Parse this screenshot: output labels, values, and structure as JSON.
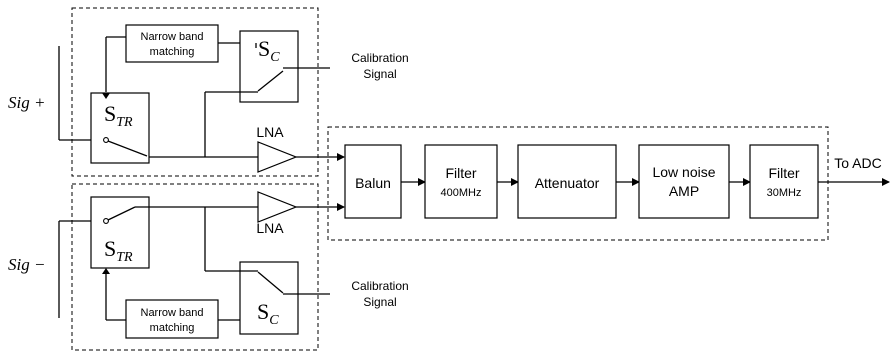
{
  "inputs": {
    "top": {
      "base": "Sig",
      "sign": " +"
    },
    "bottom": {
      "base": "Sig",
      "sign": " −"
    }
  },
  "channel_top": {
    "matching": {
      "line1": "Narrow band",
      "line2": "matching"
    },
    "switch_cal": {
      "main": "S",
      "sub": "C"
    },
    "switch_tr": {
      "main": "S",
      "sub": "TR"
    },
    "calibration": {
      "line1": "Calibration",
      "line2": "Signal"
    },
    "lna": "LNA"
  },
  "channel_bottom": {
    "matching": {
      "line1": "Narrow band",
      "line2": "matching"
    },
    "switch_cal": {
      "main": "S",
      "sub": "C"
    },
    "switch_tr": {
      "main": "S",
      "sub": "TR"
    },
    "calibration": {
      "line1": "Calibration",
      "line2": "Signal"
    },
    "lna": "LNA"
  },
  "chain": {
    "balun": "Balun",
    "filter1": {
      "line1": "Filter",
      "line2": "400MHz"
    },
    "attenuator": "Attenuator",
    "lna_amp": {
      "line1": "Low noise",
      "line2": "AMP"
    },
    "filter2": {
      "line1": "Filter",
      "line2": "30MHz"
    },
    "output": "To ADC"
  }
}
